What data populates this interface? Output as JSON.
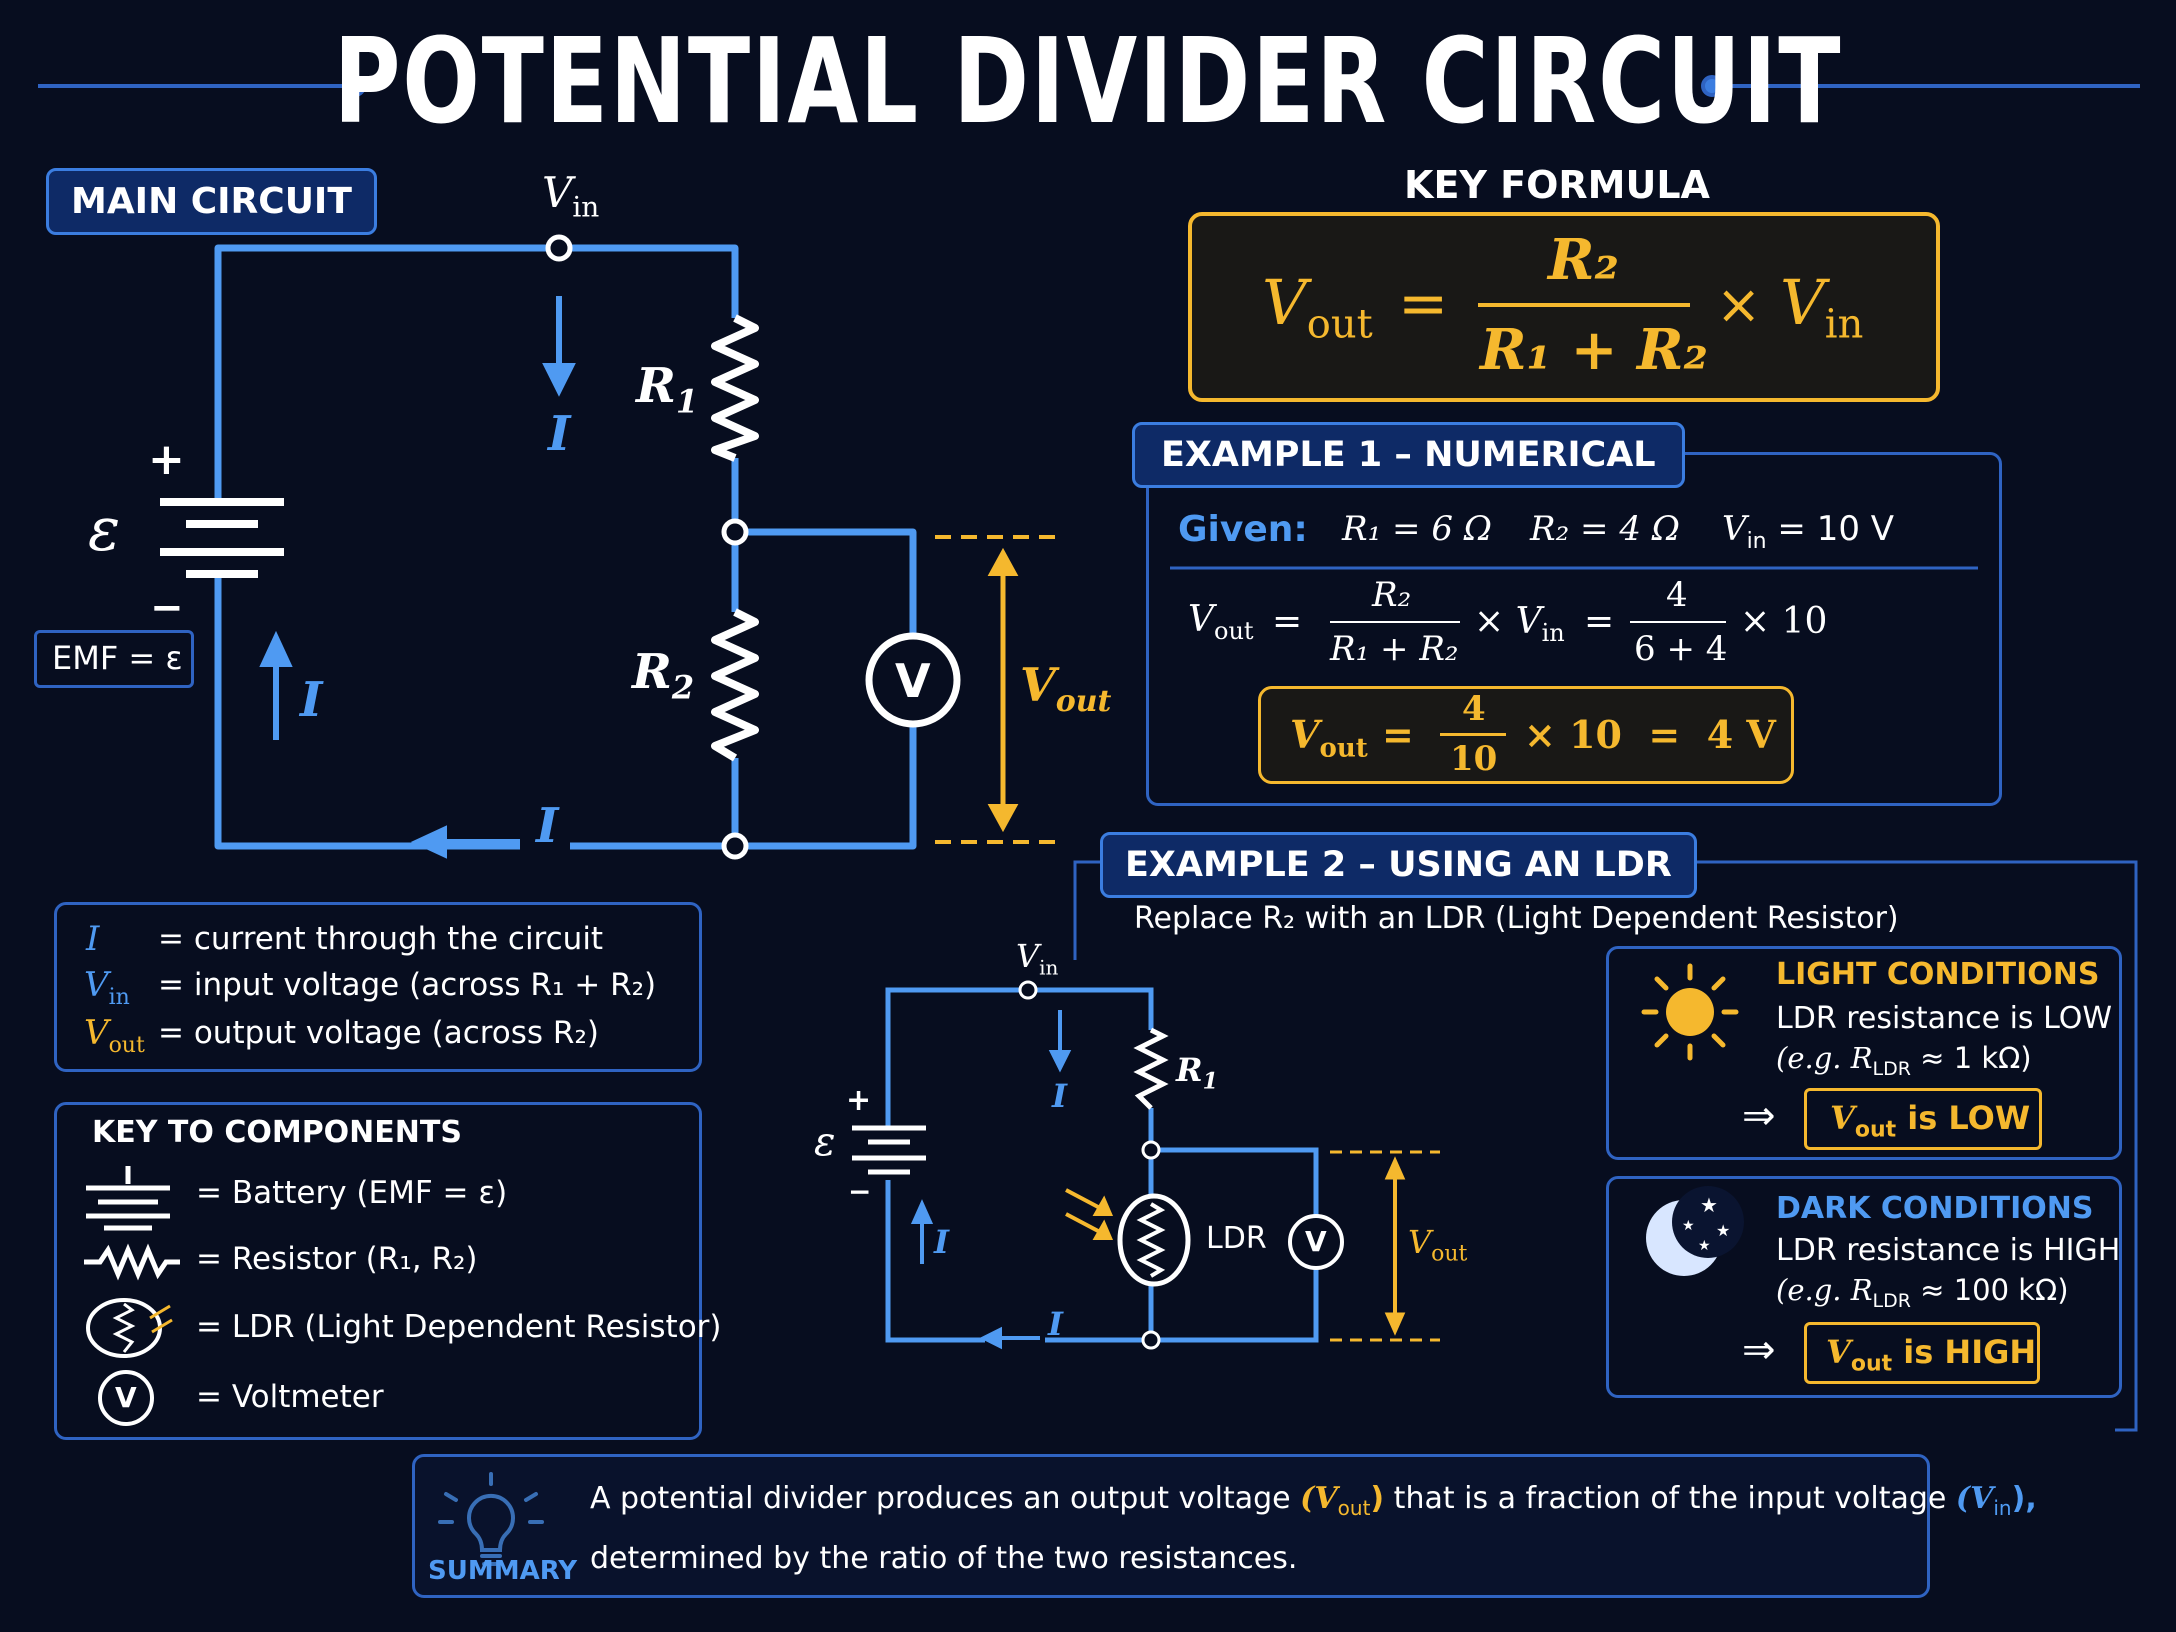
{
  "title": "POTENTIAL DIVIDER CIRCUIT",
  "colors": {
    "background": "#070d1f",
    "wire": "#4f9af2",
    "accent_gold": "#f5b82e",
    "panel_border": "#2f63c2",
    "text": "#ffffff"
  },
  "main_circuit": {
    "tag": "MAIN CIRCUIT",
    "vin_label": "V",
    "vin_sub": "in",
    "r1": "R",
    "r1_sub": "1",
    "r2": "R",
    "r2_sub": "2",
    "current": "I",
    "emf_symbol": "ε",
    "plus": "+",
    "minus": "−",
    "emf_label": "EMF = ε",
    "voltmeter": "V",
    "vout_label": "V",
    "vout_sub": "out"
  },
  "legend": {
    "rows": [
      {
        "sym": "I",
        "sub": "",
        "text": "= current through the circuit"
      },
      {
        "sym": "V",
        "sub": "in",
        "text": "= input voltage (across R₁ + R₂)"
      },
      {
        "sym": "V",
        "sub": "out",
        "text": "= output voltage (across R₂)"
      }
    ]
  },
  "key_components": {
    "heading": "KEY TO COMPONENTS",
    "items": [
      {
        "icon": "battery-icon",
        "text": "= Battery (EMF = ε)"
      },
      {
        "icon": "resistor-icon",
        "text": "= Resistor (R₁, R₂)"
      },
      {
        "icon": "ldr-icon",
        "text": "= LDR (Light Dependent Resistor)"
      },
      {
        "icon": "voltmeter-icon",
        "text": "= Voltmeter"
      }
    ],
    "voltmeter_letter": "V"
  },
  "key_formula": {
    "heading": "KEY FORMULA",
    "lhs": "V",
    "lhs_sub": "out",
    "eq": "=",
    "num": "R₂",
    "den": "R₁ + R₂",
    "times": "×",
    "rhs": "V",
    "rhs_sub": "in"
  },
  "example1": {
    "tag": "EXAMPLE 1 – NUMERICAL",
    "given_label": "Given:",
    "given_r1": "R₁ = 6 Ω",
    "given_r2": "R₂ = 4 Ω",
    "given_vin": "V",
    "given_vin_sub": "in",
    "given_vin_val": " = 10 V",
    "line1": {
      "lhs": "V",
      "lhs_sub": "out",
      "eq": "=",
      "num": "R₂",
      "den": "R₁ + R₂",
      "times": "× V",
      "times_sub": "in",
      "eq2": "=",
      "num2": "4",
      "den2": "6 + 4",
      "times2": "× 10"
    },
    "result": {
      "lhs": "V",
      "lhs_sub": "out",
      "eq": "=",
      "num": "4",
      "den": "10",
      "rest": "× 10  =  4 V"
    }
  },
  "example2": {
    "tag": "EXAMPLE 2 – USING AN LDR",
    "subtitle": "Replace R₂ with an LDR (Light Dependent Resistor)",
    "circuit": {
      "vin": "V",
      "vin_sub": "in",
      "r1": "R",
      "r1_sub": "1",
      "current": "I",
      "emf": "ε",
      "plus": "+",
      "minus": "−",
      "ldr": "LDR",
      "voltmeter": "V",
      "vout": "V",
      "vout_sub": "out"
    },
    "light": {
      "heading": "LIGHT CONDITIONS",
      "line1": "LDR resistance is LOW",
      "line2": "(e.g. R",
      "line2_sub": "LDR",
      "line2_end": " ≈ 1 kΩ)",
      "arrow": "⇒",
      "res_v": "V",
      "res_sub": "out",
      "res_text": " is LOW"
    },
    "dark": {
      "heading": "DARK CONDITIONS",
      "line1": "LDR resistance is HIGH",
      "line2": "(e.g. R",
      "line2_sub": "LDR",
      "line2_end": " ≈ 100 kΩ)",
      "arrow": "⇒",
      "res_v": "V",
      "res_sub": "out",
      "res_text": " is HIGH"
    }
  },
  "summary": {
    "label": "SUMMARY",
    "text1a": "A potential divider produces an output voltage ",
    "vout": "(V",
    "vout_sub": "out",
    "close1": ")",
    "text1b": " that is a fraction of the input voltage ",
    "vin": "(V",
    "vin_sub": "in",
    "close2": "),",
    "text2": "determined by the ratio of the two resistances."
  }
}
